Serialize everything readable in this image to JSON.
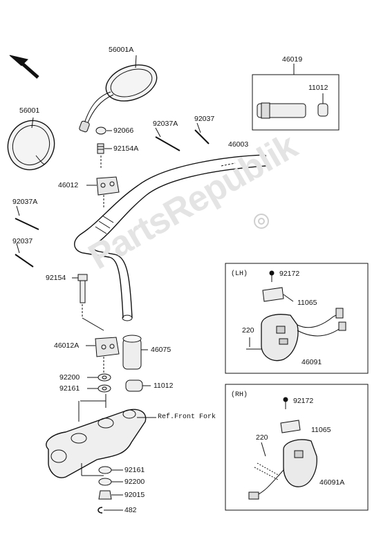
{
  "watermark": "PartsRepublik",
  "labels": {
    "p56001A": "56001A",
    "p56001": "56001",
    "p92066": "92066",
    "p92154A": "92154A",
    "p92037A_top": "92037A",
    "p92037_top": "92037",
    "p46003": "46003",
    "p46012": "46012",
    "p92037A_left": "92037A",
    "p92037_left": "92037",
    "p92154": "92154",
    "p46012A": "46012A",
    "p46075": "46075",
    "p92200_a": "92200",
    "p92161_a": "92161",
    "p11012_b": "11012",
    "ref_front_fork": "Ref.Front Fork",
    "p92161_b": "92161",
    "p92200_b": "92200",
    "p92015": "92015",
    "p482": "482"
  },
  "box_grip": {
    "p46019": "46019",
    "p11012": "11012"
  },
  "box_lh": {
    "tag": "(LH)",
    "p92172": "92172",
    "p11065": "11065",
    "p220": "220",
    "p46091": "46091"
  },
  "box_rh": {
    "tag": "(RH)",
    "p92172": "92172",
    "p11065": "11065",
    "p220": "220",
    "p46091A": "46091A"
  },
  "icons": {
    "direction": "arrow-up-left-icon",
    "gear": "gear-watermark-icon"
  }
}
